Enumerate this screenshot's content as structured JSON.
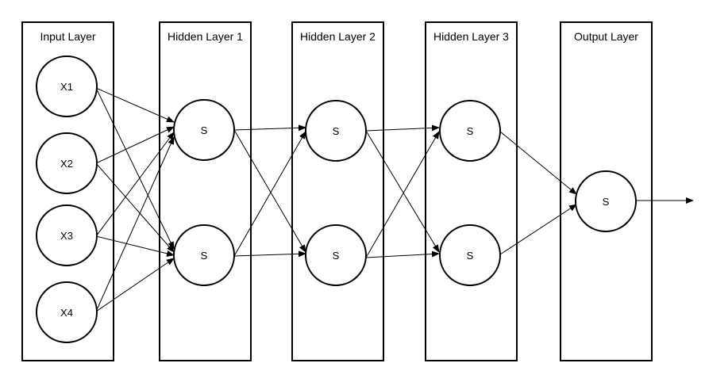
{
  "diagram": {
    "type": "neural-network",
    "layers": [
      {
        "id": "input",
        "title": "Input Layer",
        "nodes": [
          "X1",
          "X2",
          "X3",
          "X4"
        ]
      },
      {
        "id": "hidden1",
        "title": "Hidden Layer 1",
        "nodes": [
          "S",
          "S"
        ]
      },
      {
        "id": "hidden2",
        "title": "Hidden Layer 2",
        "nodes": [
          "S",
          "S"
        ]
      },
      {
        "id": "hidden3",
        "title": "Hidden Layer 3",
        "nodes": [
          "S",
          "S"
        ]
      },
      {
        "id": "output",
        "title": "Output Layer",
        "nodes": [
          "S"
        ]
      }
    ],
    "connections": "fully-connected",
    "output_arrow": true
  },
  "colors": {
    "stroke": "#000000",
    "fill": "#ffffff"
  }
}
